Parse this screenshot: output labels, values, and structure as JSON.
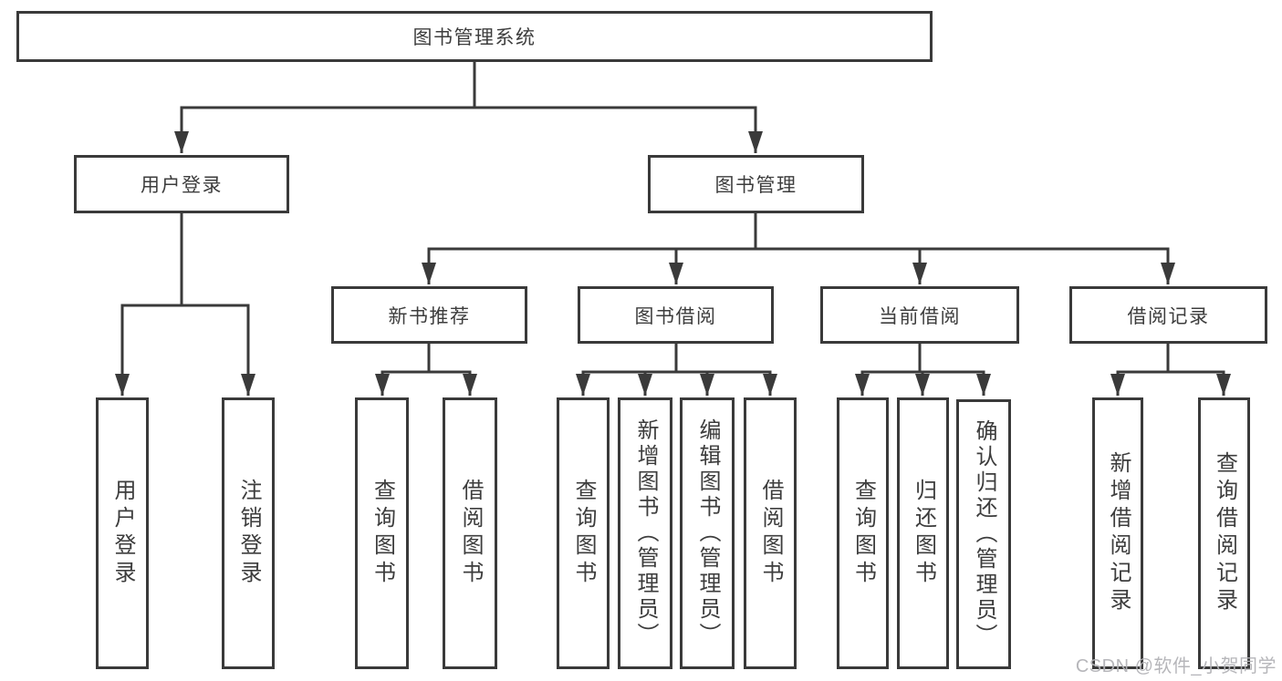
{
  "diagram_title": "图书管理系统",
  "colors": {
    "line": "#3a3a3a",
    "box_border": "#3a3a3a",
    "text": "#3d3d3d",
    "background": "#ffffff",
    "watermark": "#b3b3b7"
  },
  "tree": {
    "root": {
      "label": "图书管理系统"
    },
    "branches": [
      {
        "label": "用户登录",
        "children": [
          {
            "label": "用户登录"
          },
          {
            "label": "注销登录"
          }
        ]
      },
      {
        "label": "图书管理",
        "children": [
          {
            "label": "新书推荐",
            "children": [
              {
                "label": "查询图书"
              },
              {
                "label": "借阅图书"
              }
            ]
          },
          {
            "label": "图书借阅",
            "children": [
              {
                "label": "查询图书"
              },
              {
                "label": "新增图书（管理员）"
              },
              {
                "label": "编辑图书（管理员）"
              },
              {
                "label": "借阅图书"
              }
            ]
          },
          {
            "label": "当前借阅",
            "children": [
              {
                "label": "查询图书"
              },
              {
                "label": "归还图书"
              },
              {
                "label": "确认归还（管理员）"
              }
            ]
          },
          {
            "label": "借阅记录",
            "children": [
              {
                "label": "新增借阅记录"
              },
              {
                "label": "查询借阅记录"
              }
            ]
          }
        ]
      }
    ]
  },
  "watermark": {
    "text": "CSDN @软件_小贺同学"
  }
}
